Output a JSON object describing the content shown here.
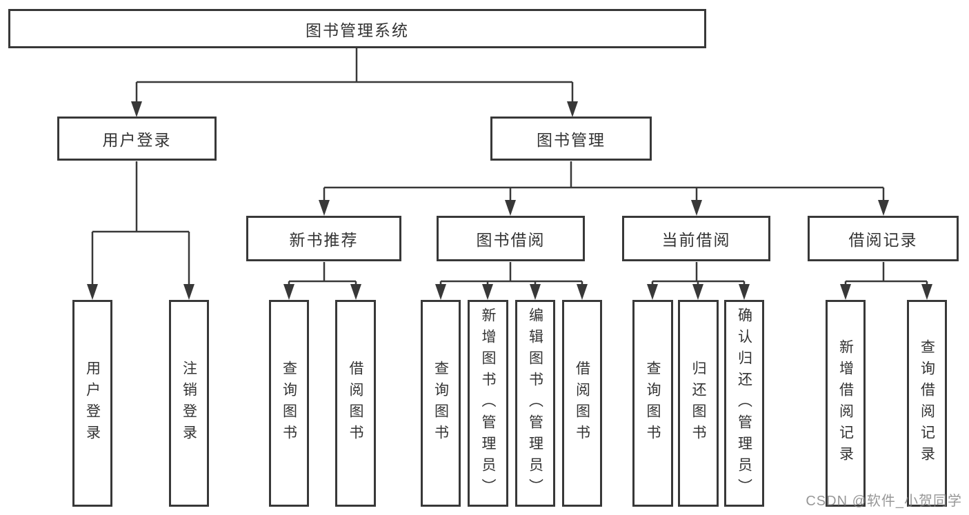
{
  "nodes": {
    "root": {
      "label": "图书管理系统"
    },
    "level2": [
      {
        "label": "用户登录"
      },
      {
        "label": "图书管理"
      }
    ],
    "level3": [
      {
        "label": "新书推荐"
      },
      {
        "label": "图书借阅"
      },
      {
        "label": "当前借阅"
      },
      {
        "label": "借阅记录"
      }
    ],
    "leaves": [
      {
        "label": "用户登录"
      },
      {
        "label": "注销登录"
      },
      {
        "label": "查询图书"
      },
      {
        "label": "借阅图书"
      },
      {
        "label": "查询图书"
      },
      {
        "label": "新增图书（管理员）"
      },
      {
        "label": "编辑图书（管理员）"
      },
      {
        "label": "借阅图书"
      },
      {
        "label": "查询图书"
      },
      {
        "label": "归还图书"
      },
      {
        "label": "确认归还（管理员）"
      },
      {
        "label": "新增借阅记录"
      },
      {
        "label": "查询借阅记录"
      }
    ]
  },
  "watermark": {
    "text": "CSDN @软件_小贺同学"
  },
  "colors": {
    "line": "#383838",
    "text": "#333333",
    "background": "#ffffff",
    "watermark": "#808080"
  }
}
